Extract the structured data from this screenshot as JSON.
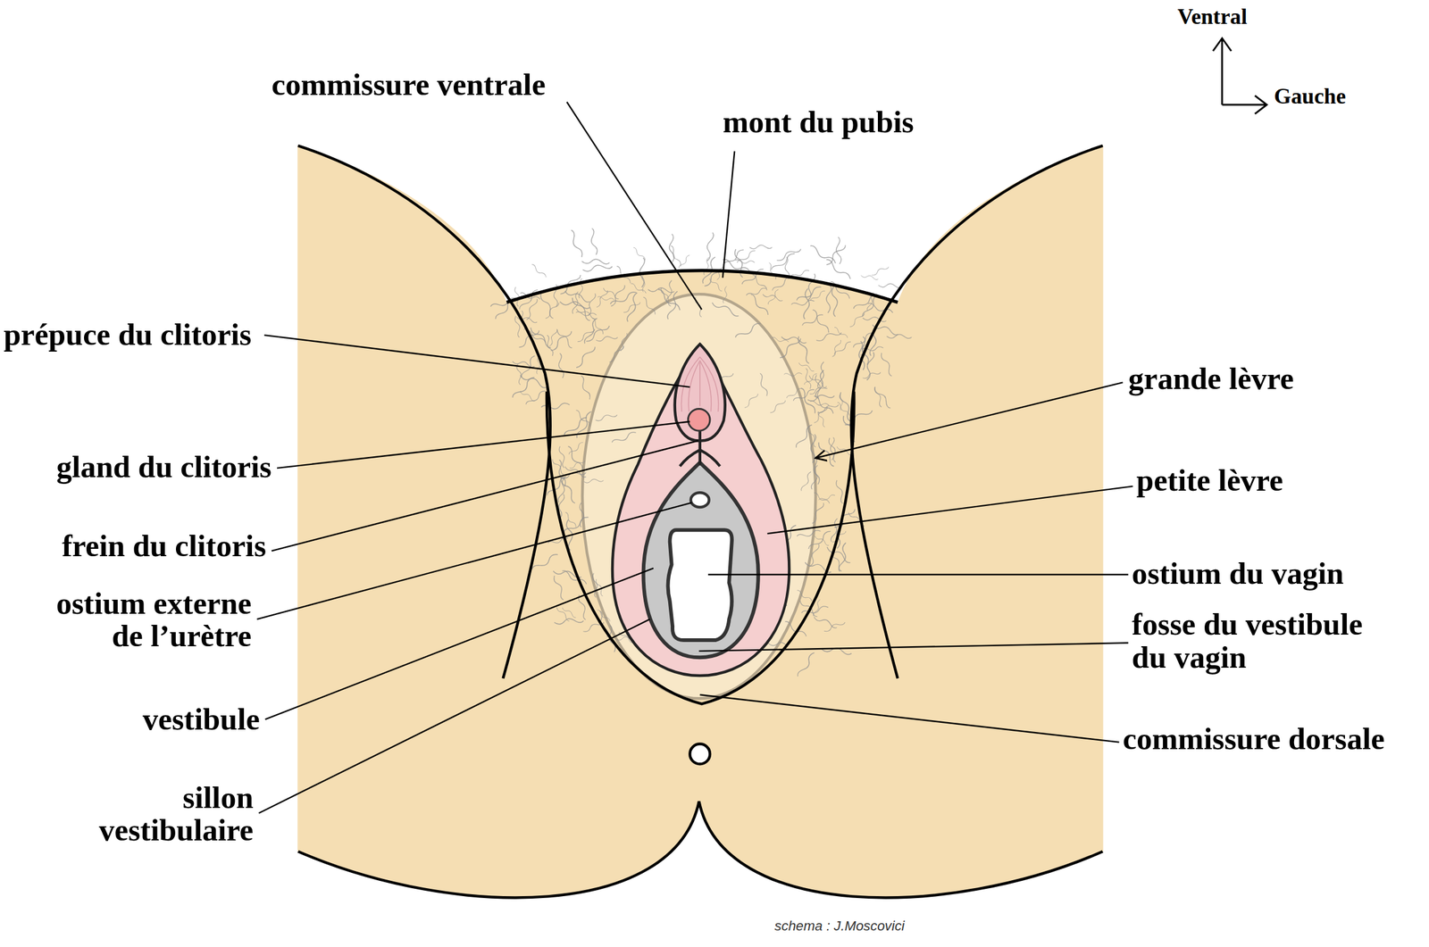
{
  "diagram": {
    "labels": [
      "Ventral",
      "Gauche",
      "commissure ventrale",
      "mont du pubis",
      "prépuce du clitoris",
      "grande lèvre",
      "gland du clitoris",
      "petite lèvre",
      "frein du clitoris",
      "ostium du vagin",
      "ostium externe de l’urètre",
      "fosse du vestibule du vagin",
      "vestibule",
      "commissure dorsale",
      "sillon vestibulaire",
      "schema : J.Moscovici"
    ]
  }
}
